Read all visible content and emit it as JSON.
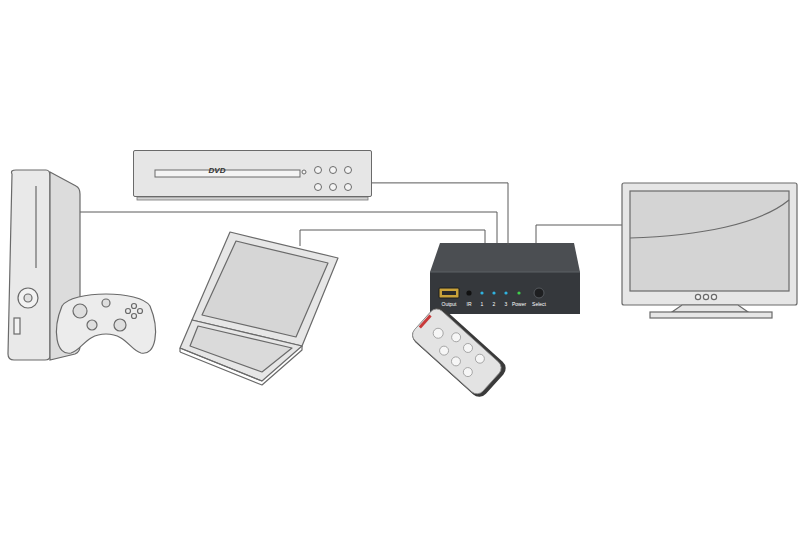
{
  "diagram": {
    "nodes": [
      {
        "text": [
          "DVD"
        ]
      },
      {
        "text": [
          "Output",
          "IR",
          "1",
          "2",
          "3",
          "Power",
          "Select"
        ]
      }
    ],
    "edges": [
      {
        "from": 0,
        "to": 1,
        "arrow": "none"
      }
    ]
  }
}
